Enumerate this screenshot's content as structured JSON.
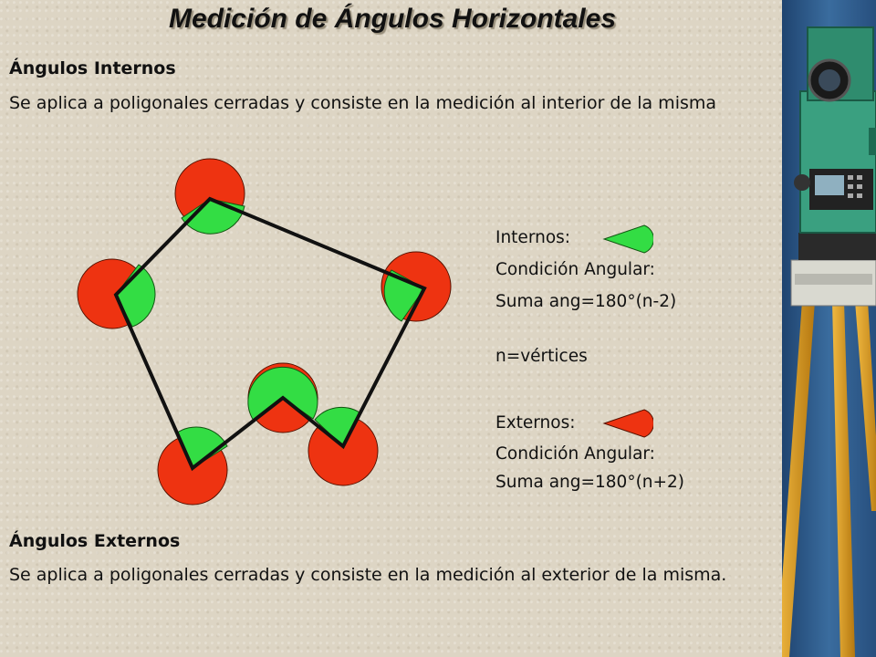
{
  "title": "Medición de Ángulos Horizontales",
  "internos_section": {
    "heading": "Ángulos Internos",
    "description": "Se aplica a poligonales cerradas y consiste en la medición al interior de la misma"
  },
  "externos_section": {
    "heading": "Ángulos Externos",
    "description": "Se aplica a poligonales cerradas y consiste en la medición al exterior de la misma."
  },
  "legend": {
    "internos_label": "Internos:",
    "internos_condition": "Condición Angular:",
    "internos_formula": "Suma ang=180°(n-2)",
    "vertices_note": "n=vértices",
    "externos_label": "Externos:",
    "externos_condition": "Condición Angular:",
    "externos_formula": "Suma ang=180°(n+2)"
  },
  "colors": {
    "internal_angle": "#33dd44",
    "external_angle": "#ee3311",
    "polygon_line": "#111111",
    "side_background": "#2e5a8c",
    "tripod": "#e0a020"
  }
}
